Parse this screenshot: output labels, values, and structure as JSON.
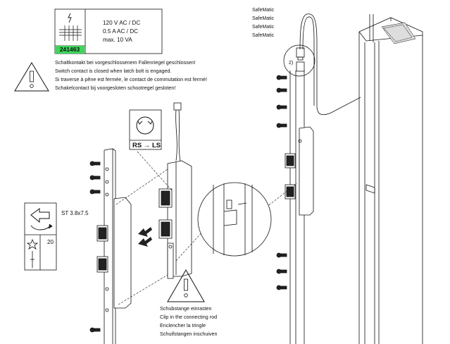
{
  "spec": {
    "voltage": "120 V AC / DC",
    "current": "0.5 A AC / DC",
    "power": "max. 10 VA",
    "article_number": "241463",
    "article_color": "#3ed55a"
  },
  "warning_latch": {
    "de": "Schaltkontakt bei vorgeschlossenem Fallenriegel geschlossen!",
    "en": "Switch contact is closed when latch bolt is engaged.",
    "fr": "Si traverse à pêne est fermée, le contact de commutation est fermé!",
    "nl": "Schakelcontact bij voorgesloten schootregel gesloten!"
  },
  "safematic_labels": [
    "SafeMatic",
    "SafeMatic",
    "SafeMatic",
    "SafeMatic"
  ],
  "rotation_label": "RS → LS",
  "screw_label": "ST 3.8x7.5",
  "torx_size": "20",
  "detail_number": "2)",
  "warning_rod": {
    "de": "Schubstange einrasten",
    "en": "Clip in the connecting rod",
    "fr": "Enclencher la tringle",
    "nl": "Schuifstangen inschuiven"
  },
  "icons": [
    "electric-terminal-icon",
    "warning-icon",
    "rotation-icon",
    "screw-direction-icon",
    "torx-driver-icon",
    "arrow-bidirectional-icon"
  ]
}
